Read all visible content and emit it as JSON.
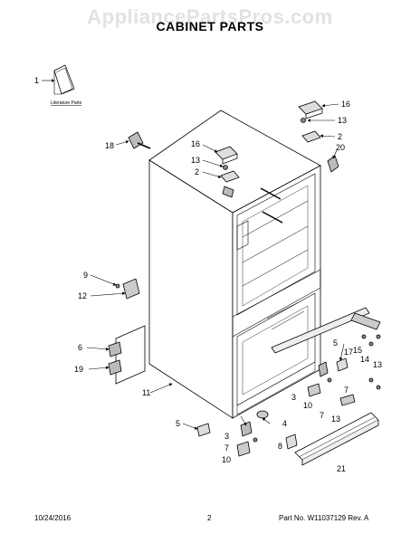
{
  "watermark": "AppliancePartsPros.com",
  "title": "CABINET PARTS",
  "literature_label": "Literature Parts",
  "footer": {
    "date": "10/24/2016",
    "page": "2",
    "part_info": "Part No. W11037129  Rev. A"
  },
  "callouts": [
    {
      "id": "c1",
      "text": "1"
    },
    {
      "id": "c16a",
      "text": "16"
    },
    {
      "id": "c13a",
      "text": "13"
    },
    {
      "id": "c2a",
      "text": "2"
    },
    {
      "id": "c20",
      "text": "20"
    },
    {
      "id": "c18",
      "text": "18"
    },
    {
      "id": "c16b",
      "text": "16"
    },
    {
      "id": "c13b",
      "text": "13"
    },
    {
      "id": "c2b",
      "text": "2"
    },
    {
      "id": "c9",
      "text": "9"
    },
    {
      "id": "c12",
      "text": "12"
    },
    {
      "id": "c6",
      "text": "6"
    },
    {
      "id": "c19",
      "text": "19"
    },
    {
      "id": "c11",
      "text": "11"
    },
    {
      "id": "c5a",
      "text": "5"
    },
    {
      "id": "c17",
      "text": "17"
    },
    {
      "id": "c5b",
      "text": "5"
    },
    {
      "id": "c15",
      "text": "15"
    },
    {
      "id": "c14",
      "text": "14"
    },
    {
      "id": "c13c",
      "text": "13"
    },
    {
      "id": "c3a",
      "text": "3"
    },
    {
      "id": "c10a",
      "text": "10"
    },
    {
      "id": "c7a",
      "text": "7"
    },
    {
      "id": "c7b",
      "text": "7"
    },
    {
      "id": "c13d",
      "text": "13"
    },
    {
      "id": "c4",
      "text": "4"
    },
    {
      "id": "c3b",
      "text": "3"
    },
    {
      "id": "c7c",
      "text": "7"
    },
    {
      "id": "c10b",
      "text": "10"
    },
    {
      "id": "c8",
      "text": "8"
    },
    {
      "id": "c21",
      "text": "21"
    }
  ]
}
